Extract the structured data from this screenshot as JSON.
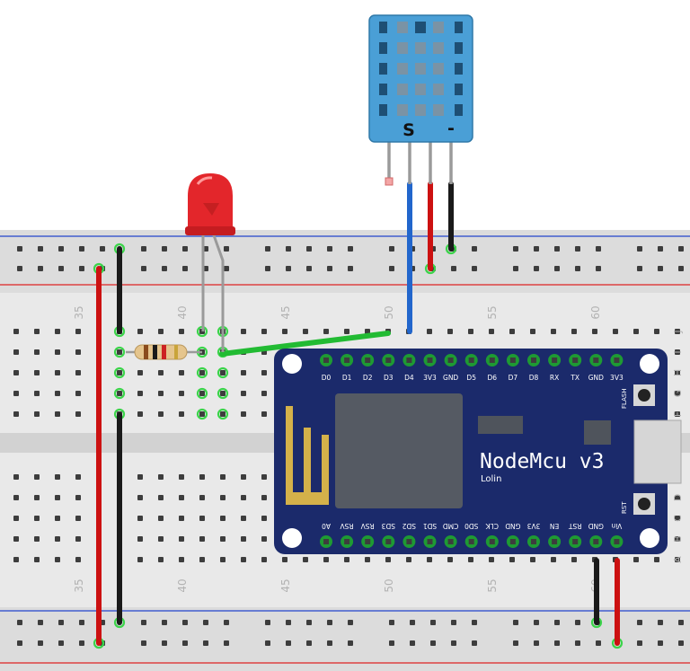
{
  "breadboard": {
    "top_numbers": [
      "35",
      "40",
      "45",
      "50",
      "55",
      "60"
    ],
    "bottom_numbers": [
      "35",
      "40",
      "45",
      "50",
      "55",
      "60"
    ],
    "side_letters_top": [
      "J",
      "I",
      "H",
      "G",
      "F"
    ],
    "side_letters_bottom": [
      "E",
      "D",
      "C",
      "B",
      "A"
    ]
  },
  "sensor": {
    "marks": [
      "S",
      "-"
    ]
  },
  "board": {
    "title": "NodeMcu v3",
    "subtitle": "Lolin",
    "top_pins": [
      "D0",
      "D1",
      "D2",
      "D3",
      "D4",
      "3V3",
      "GND",
      "D5",
      "D6",
      "D7",
      "D8",
      "RX",
      "TX",
      "GND",
      "3V3"
    ],
    "bottom_pins": [
      "A0",
      "RSV",
      "RSV",
      "SD3",
      "SD2",
      "SD1",
      "CMD",
      "SD0",
      "CLK",
      "GND",
      "3V3",
      "EN",
      "RST",
      "GND",
      "Vin"
    ],
    "flash_label": "FLASH",
    "rst_label": "RST"
  },
  "colors": {
    "board": "#1b2a6b",
    "sensor": "#4a9fd6",
    "led": "#e3262b",
    "wire_red": "#cc1111",
    "wire_black": "#1a1a1a",
    "wire_blue": "#2266cc",
    "wire_green": "#22bb33",
    "rail_red": "#d22",
    "rail_blue": "#2244cc"
  }
}
